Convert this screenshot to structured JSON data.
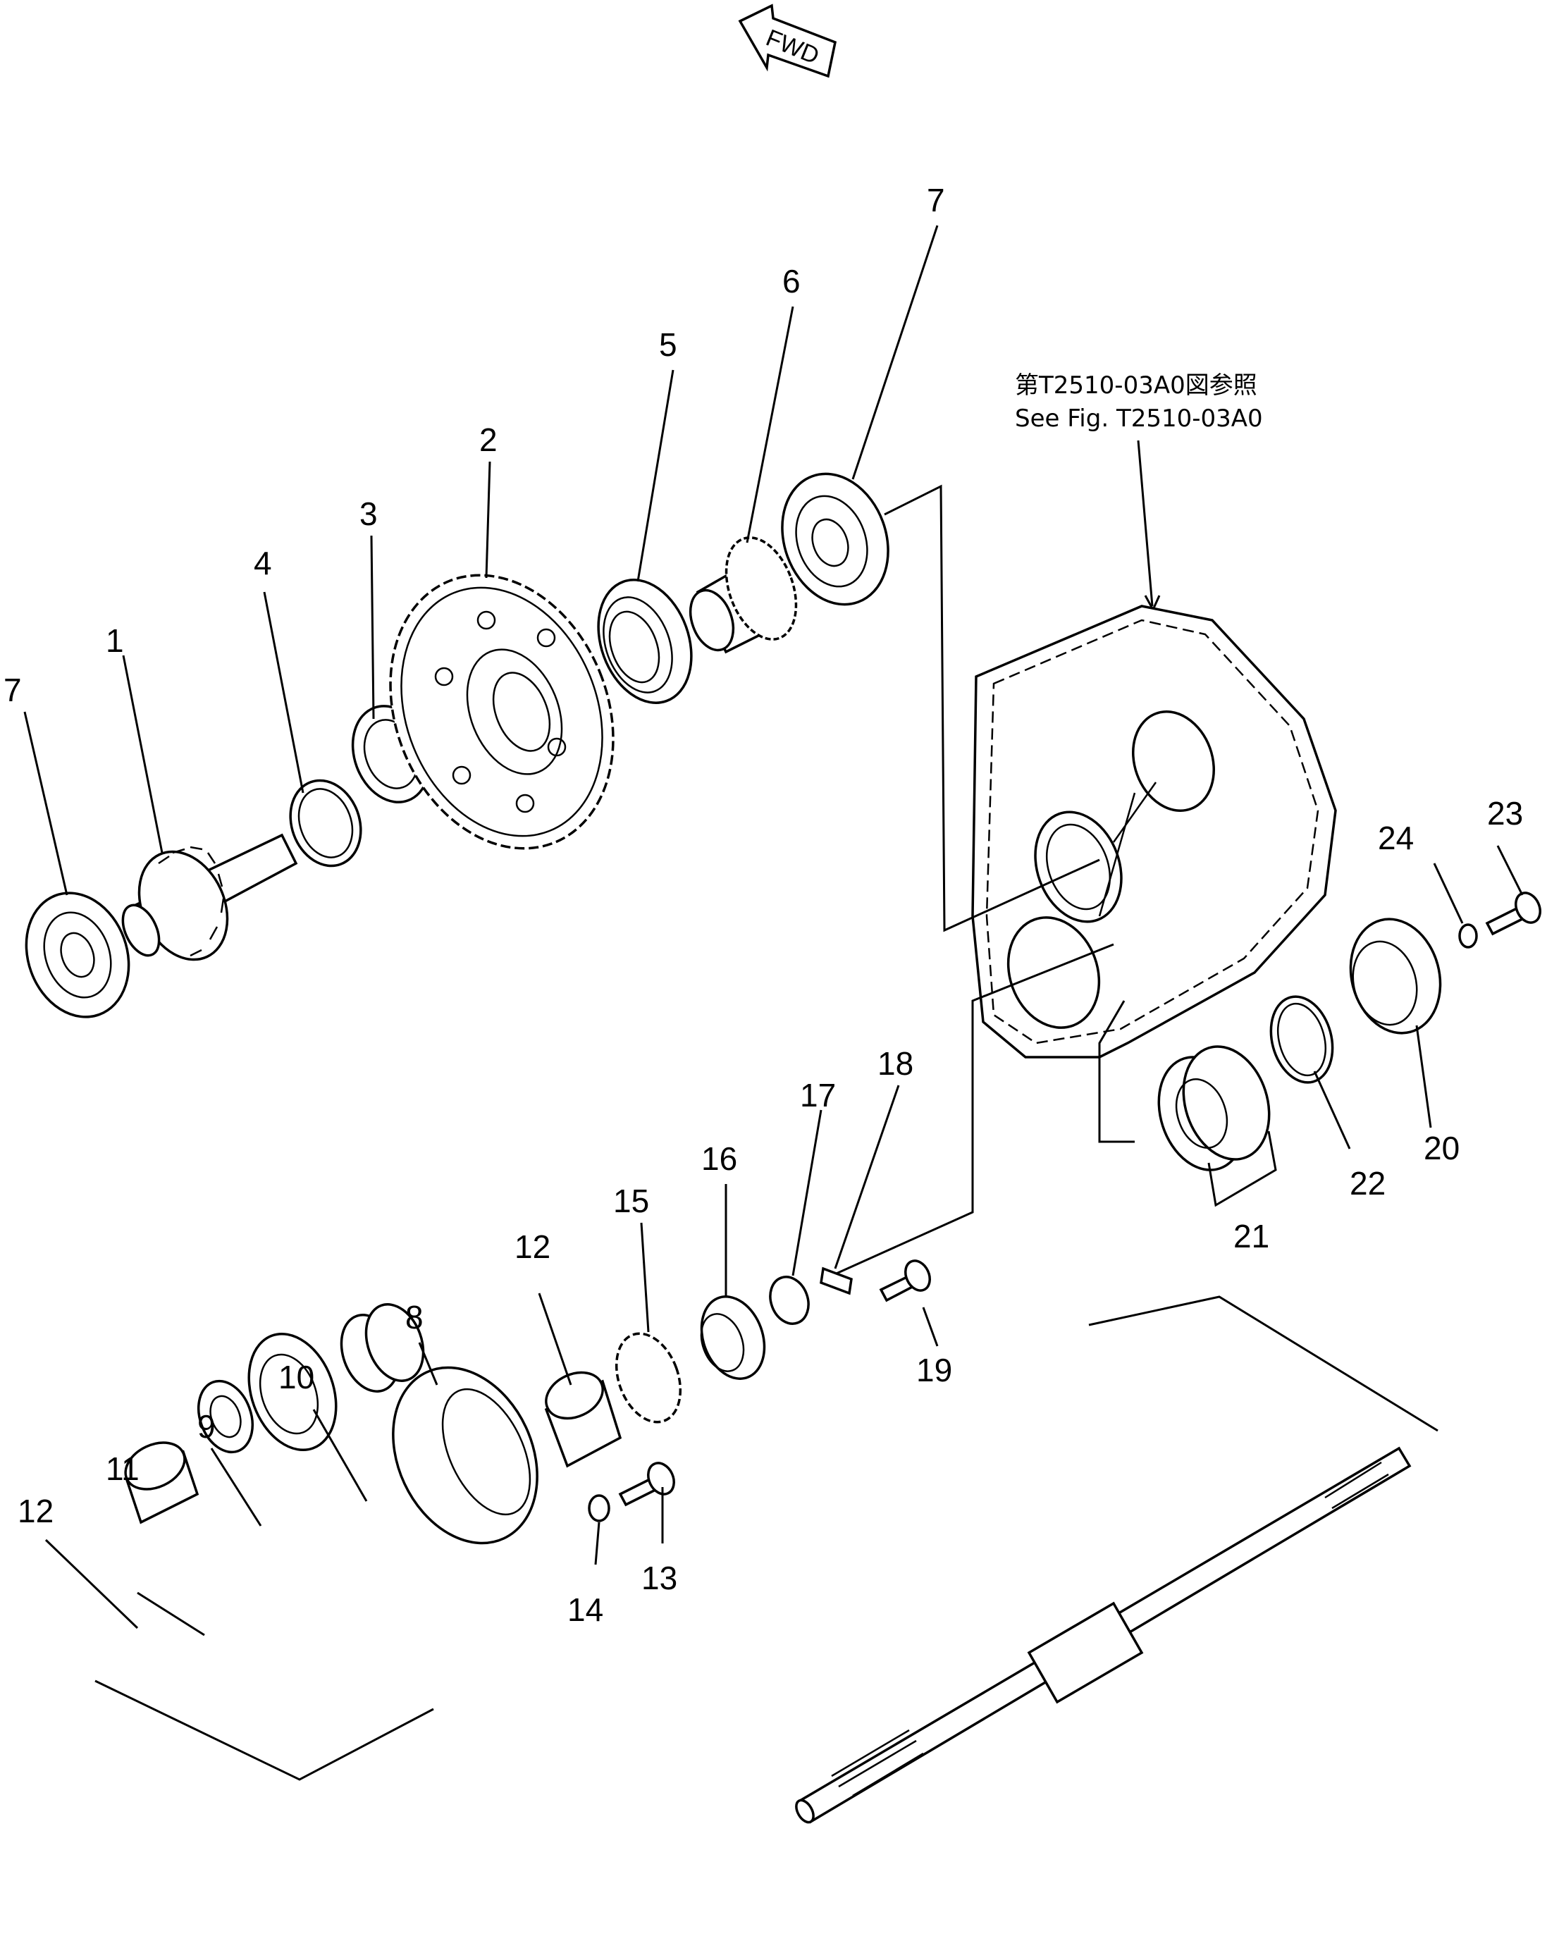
{
  "diagram": {
    "fwd_label": "FWD",
    "reference_note": {
      "line1": "第T2510-03A0図参照",
      "line2": "See Fig. T2510-03A0"
    },
    "callouts": [
      {
        "key": "c1",
        "number": "1"
      },
      {
        "key": "c2",
        "number": "2"
      },
      {
        "key": "c3",
        "number": "3"
      },
      {
        "key": "c4",
        "number": "4"
      },
      {
        "key": "c5",
        "number": "5"
      },
      {
        "key": "c6",
        "number": "6"
      },
      {
        "key": "c7a",
        "number": "7"
      },
      {
        "key": "c7b",
        "number": "7"
      },
      {
        "key": "c8",
        "number": "8"
      },
      {
        "key": "c9",
        "number": "9"
      },
      {
        "key": "c10",
        "number": "10"
      },
      {
        "key": "c11",
        "number": "11"
      },
      {
        "key": "c12a",
        "number": "12"
      },
      {
        "key": "c12b",
        "number": "12"
      },
      {
        "key": "c13",
        "number": "13"
      },
      {
        "key": "c14",
        "number": "14"
      },
      {
        "key": "c15",
        "number": "15"
      },
      {
        "key": "c16",
        "number": "16"
      },
      {
        "key": "c17",
        "number": "17"
      },
      {
        "key": "c18",
        "number": "18"
      },
      {
        "key": "c19",
        "number": "19"
      },
      {
        "key": "c20",
        "number": "20"
      },
      {
        "key": "c21",
        "number": "21"
      },
      {
        "key": "c22",
        "number": "22"
      },
      {
        "key": "c23",
        "number": "23"
      },
      {
        "key": "c24",
        "number": "24"
      }
    ]
  }
}
